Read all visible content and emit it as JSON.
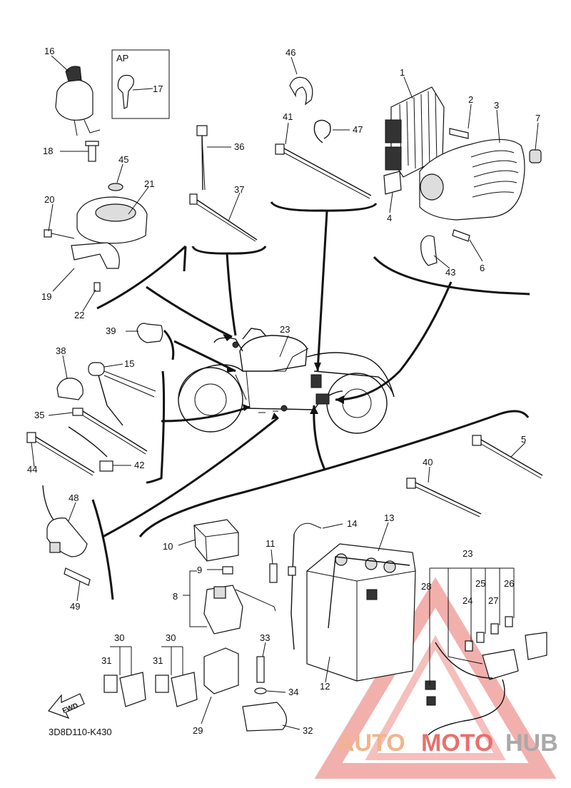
{
  "diagram": {
    "code": "3D8D110-K430",
    "ap_box_label": "AP",
    "fwd_label": "FWD",
    "watermark": {
      "word1": "AUTO",
      "word2": "MOTO",
      "word3": "HUB",
      "color1": "#f2b48a",
      "color2": "#e8706a",
      "color3": "#a9a9a9"
    },
    "callouts": {
      "c1": "1",
      "c2": "2",
      "c3": "3",
      "c4": "4",
      "c5": "5",
      "c6": "6",
      "c7": "7",
      "c8": "8",
      "c9": "9",
      "c10": "10",
      "c11": "11",
      "c12": "12",
      "c13": "13",
      "c14": "14",
      "c15": "15",
      "c16": "16",
      "c17": "17",
      "c18": "18",
      "c19": "19",
      "c20": "20",
      "c21": "21",
      "c22": "22",
      "c23a": "23",
      "c23b": "23",
      "c24": "24",
      "c25": "25",
      "c26": "26",
      "c27": "27",
      "c28": "28",
      "c29": "29",
      "c30a": "30",
      "c30b": "30",
      "c31a": "31",
      "c31b": "31",
      "c32": "32",
      "c33": "33",
      "c34": "34",
      "c35": "35",
      "c36": "36",
      "c37": "37",
      "c38": "38",
      "c39": "39",
      "c40": "40",
      "c41": "41",
      "c42": "42",
      "c43": "43",
      "c44": "44",
      "c45": "45",
      "c46": "46",
      "c47": "47",
      "c48": "48",
      "c49": "49"
    }
  }
}
